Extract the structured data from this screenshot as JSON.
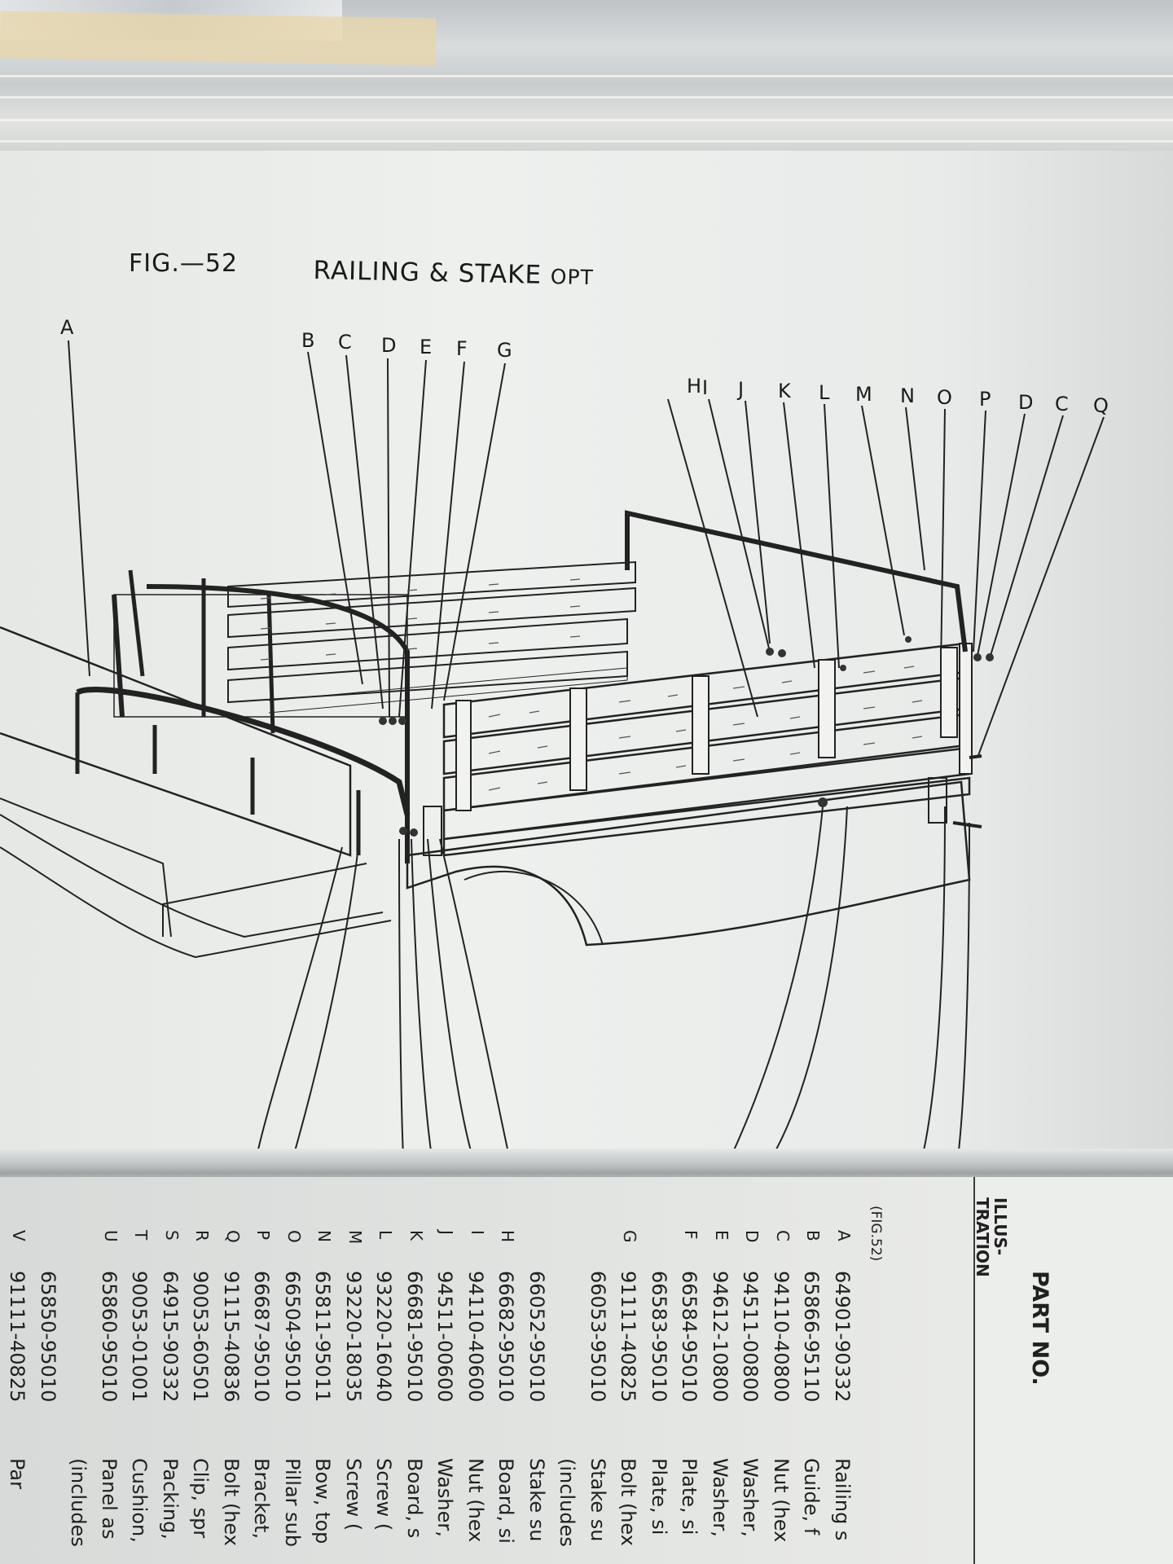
{
  "figure": {
    "number": "FIG.—52",
    "title": "RAILING & STAKE",
    "title_suffix": "OPT"
  },
  "callouts_left": [
    "A",
    "B",
    "C",
    "D",
    "E",
    "F",
    "G"
  ],
  "callouts_right": [
    "H",
    "I",
    "J",
    "K",
    "L",
    "M",
    "N",
    "O",
    "P",
    "D",
    "C",
    "Q"
  ],
  "table": {
    "header_col1": "ILLUS-",
    "header_col1b": "TRATION",
    "header_col2": "PART NO.",
    "fig_ref": "(FIG.52)",
    "rows": [
      {
        "letter": "A",
        "part": "64901-90332",
        "desc": "Railing s"
      },
      {
        "letter": "B",
        "part": "65866-95110",
        "desc": "Guide, f"
      },
      {
        "letter": "C",
        "part": "94110-40800",
        "desc": "Nut (hex"
      },
      {
        "letter": "D",
        "part": "94511-00800",
        "desc": "Washer,"
      },
      {
        "letter": "E",
        "part": "94612-10800",
        "desc": "Washer,"
      },
      {
        "letter": "F",
        "part": "66584-95010",
        "desc": "Plate, si"
      },
      {
        "letter": "",
        "part": "66583-95010",
        "desc": "Plate, si"
      },
      {
        "letter": "G",
        "part": "91111-40825",
        "desc": "Bolt (hex"
      },
      {
        "letter": "",
        "part": "66053-95010",
        "desc": "Stake su"
      },
      {
        "letter": "",
        "part": "",
        "desc": "(includes"
      },
      {
        "letter": "",
        "part": "66052-95010",
        "desc": "Stake su"
      },
      {
        "letter": "H",
        "part": "66682-95010",
        "desc": "Board, si"
      },
      {
        "letter": "I",
        "part": "94110-40600",
        "desc": "Nut (hex"
      },
      {
        "letter": "J",
        "part": "94511-00600",
        "desc": "Washer,"
      },
      {
        "letter": "K",
        "part": "66681-95010",
        "desc": "Board, s"
      },
      {
        "letter": "L",
        "part": "93220-16040",
        "desc": "Screw ("
      },
      {
        "letter": "M",
        "part": "93220-18035",
        "desc": "Screw ("
      },
      {
        "letter": "N",
        "part": "65811-95011",
        "desc": "Bow, top"
      },
      {
        "letter": "O",
        "part": "66504-95010",
        "desc": "Pillar sub"
      },
      {
        "letter": "P",
        "part": "66687-95010",
        "desc": "Bracket,"
      },
      {
        "letter": "Q",
        "part": "91115-40836",
        "desc": "Bolt (hex"
      },
      {
        "letter": "R",
        "part": "90053-60501",
        "desc": "Clip, spr"
      },
      {
        "letter": "S",
        "part": "64915-90332",
        "desc": "Packing,"
      },
      {
        "letter": "T",
        "part": "90053-01001",
        "desc": "Cushion,"
      },
      {
        "letter": "U",
        "part": "65860-95010",
        "desc": "Panel as"
      },
      {
        "letter": "",
        "part": "",
        "desc": "(includes"
      },
      {
        "letter": "",
        "part": "65850-95010",
        "desc": ""
      },
      {
        "letter": "V",
        "part": "91111-40825",
        "desc": "Par"
      }
    ]
  }
}
